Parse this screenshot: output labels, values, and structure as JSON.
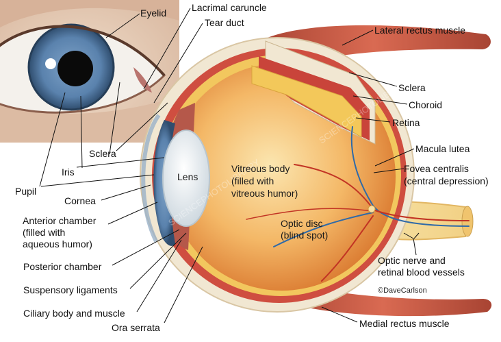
{
  "labels": {
    "eyelid": "Eyelid",
    "lacrimal_caruncle": "Lacrimal caruncle",
    "tear_duct": "Tear duct",
    "lateral_rectus": "Lateral rectus muscle",
    "sclera_right": "Sclera",
    "choroid": "Choroid",
    "retina": "Retina",
    "macula_lutea": "Macula lutea",
    "fovea_centralis": "Fovea centralis",
    "central_depression": "(central depression)",
    "sclera_left": "Sclera",
    "iris": "Iris",
    "pupil": "Pupil",
    "lens": "Lens",
    "vitreous_body_1": "Vitreous body",
    "vitreous_body_2": "(filled with",
    "vitreous_body_3": "vitreous humor)",
    "cornea": "Cornea",
    "anterior_chamber_1": "Anterior chamber",
    "anterior_chamber_2": "(filled with",
    "anterior_chamber_3": "aqueous humor)",
    "optic_disc_1": "Optic disc",
    "optic_disc_2": "(blind spot)",
    "optic_nerve_1": "Optic nerve and",
    "optic_nerve_2": "retinal blood vessels",
    "posterior_chamber": "Posterior chamber",
    "suspensory_ligaments": "Suspensory ligaments",
    "ciliary_body": "Ciliary body and muscle",
    "ora_serrata": "Ora serrata",
    "medial_rectus": "Medial rectus muscle"
  },
  "credit": "©DaveCarlson",
  "colors": {
    "sclera": "#f3ead7",
    "choroid": "#c9443a",
    "retina": "#f2c55a",
    "vitreous": "#f0a248",
    "muscle": "#c0553f",
    "iris": "#5a86b5",
    "vein": "#2f6aa8",
    "artery": "#c23424"
  },
  "icons": {
    "eye_closeup": "eye-photo-illustration"
  }
}
